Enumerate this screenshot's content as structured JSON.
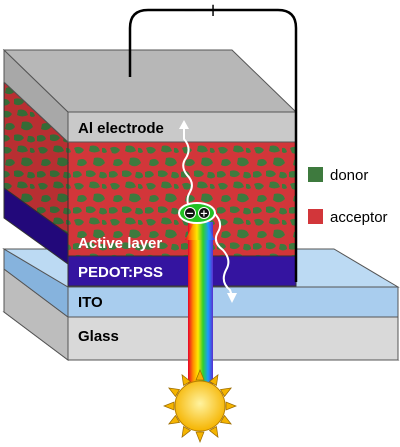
{
  "layers": {
    "electrode": "Al electrode",
    "active": "Active layer",
    "pedot": "PEDOT:PSS",
    "ito": "ITO",
    "glass": "Glass"
  },
  "circuit": {
    "minus": "−",
    "plus": "+"
  },
  "charges": {
    "minus": "−",
    "plus": "+"
  },
  "legend": [
    {
      "label": "donor",
      "color": "#3e7a3e"
    },
    {
      "label": "acceptor",
      "color": "#d2363a"
    }
  ],
  "colors": {
    "electrode": "#c9c9c9",
    "electrode_top": "#b7b7b7",
    "pedot": "#3414a0",
    "ito": "#a9cdee",
    "glass": "#d9d9d9",
    "charge_pair": "#22c022"
  },
  "icons": {
    "light_source": "sun-icon",
    "light_beam": "rainbow-beam"
  }
}
